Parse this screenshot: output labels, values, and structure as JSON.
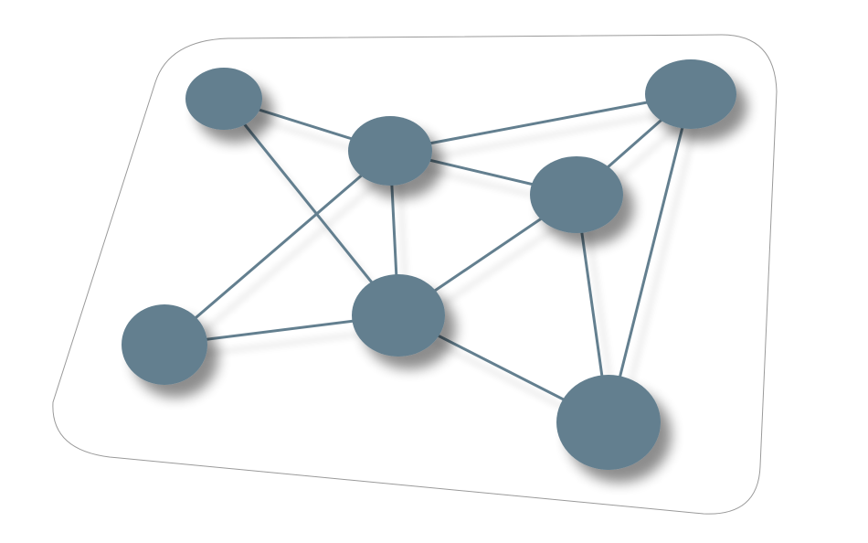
{
  "diagram": {
    "type": "network-graph",
    "node_color": "#637f8f",
    "edge_color": "#637f8f",
    "panel_border_color": "#9a9a9a",
    "nodes": [
      "n1",
      "n2",
      "n3",
      "n4",
      "n5",
      "n6",
      "n7"
    ],
    "edges": [
      [
        "n1",
        "n2"
      ],
      [
        "n1",
        "n6"
      ],
      [
        "n2",
        "n3"
      ],
      [
        "n2",
        "n4"
      ],
      [
        "n2",
        "n5"
      ],
      [
        "n2",
        "n6"
      ],
      [
        "n3",
        "n4"
      ],
      [
        "n3",
        "n7"
      ],
      [
        "n4",
        "n6"
      ],
      [
        "n4",
        "n7"
      ],
      [
        "n5",
        "n6"
      ],
      [
        "n6",
        "n7"
      ]
    ]
  }
}
